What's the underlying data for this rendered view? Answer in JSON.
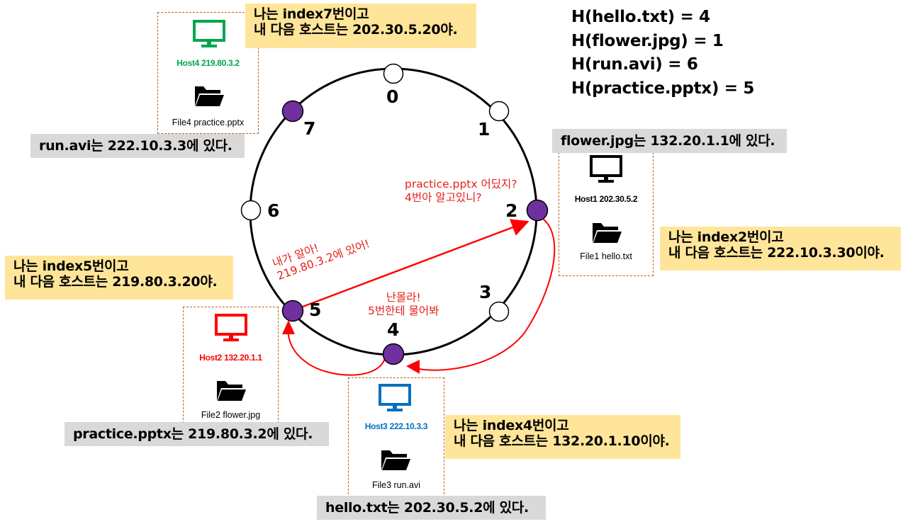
{
  "ring": {
    "index_labels": [
      "0",
      "1",
      "2",
      "3",
      "4",
      "5",
      "6",
      "7"
    ]
  },
  "hash_lines": [
    "H(hello.txt) = 4",
    "H(flower.jpg) = 1",
    "H(run.avi) = 6",
    "H(practice.pptx) = 5"
  ],
  "hosts": [
    {
      "name": "Host4 219.80.3.2",
      "file": "File4 practice.pptx",
      "color": "#00a650",
      "icon": "monitor-icon"
    },
    {
      "name": "Host1 202.30.5.2",
      "file": "File1 hello.txt",
      "color": "#000000",
      "icon": "monitor-icon"
    },
    {
      "name": "Host2 132.20.1.1",
      "file": "File2 flower.jpg",
      "color": "#ff0000",
      "icon": "monitor-icon"
    },
    {
      "name": "Host3 222.10.3.3",
      "file": "File3 run.avi",
      "color": "#0070c0",
      "icon": "monitor-icon"
    }
  ],
  "notes": {
    "index7": [
      "나는 index7번이고",
      "내 다음 호스트는 202.30.5.20야."
    ],
    "index2": [
      "나는 index2번이고",
      "내 다음 호스트는 222.10.3.30이야."
    ],
    "index5": [
      "나는 index5번이고",
      "내 다음 호스트는 219.80.3.20야."
    ],
    "index4": [
      "나는 index4번이고",
      "내 다음 호스트는 132.20.1.10이야."
    ]
  },
  "locations": {
    "run": "run.avi는 222.10.3.3에 있다.",
    "flower": "flower.jpg는 132.20.1.1에 있다.",
    "practice": "practice.pptx는 219.80.3.2에 있다.",
    "hello": "hello.txt는 202.30.5.2에 있다."
  },
  "messages": {
    "query": [
      "practice.pptx 어딨지?",
      "4번아 알고있니?"
    ],
    "forward": [
      "난몰라!",
      "5번한테 물어봐"
    ],
    "answer": [
      "내가 알아!",
      "219.80.3.2에 있어!"
    ]
  },
  "colors": {
    "active_node": "#7030a0",
    "idle_node": "#ffffff",
    "arrow": "#ff0000",
    "note_bg": "#ffe599",
    "location_bg": "#d9d9d9",
    "box_border": "#b5651d"
  }
}
